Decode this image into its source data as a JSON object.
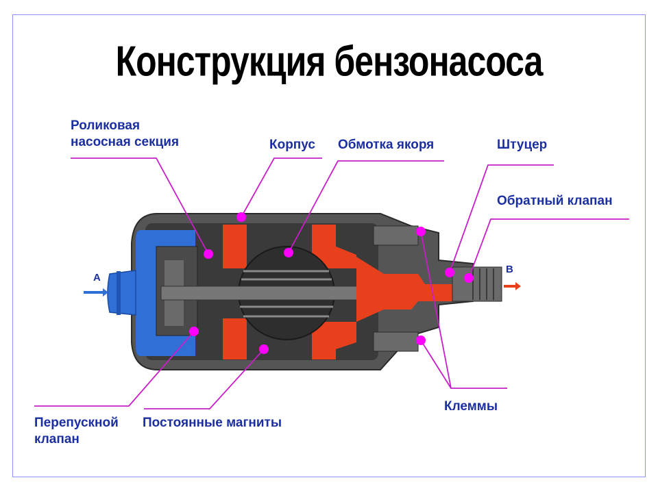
{
  "title": "Конструкция бензонасоса",
  "labels": {
    "roller_section_line1": "Роликовая",
    "roller_section_line2": "насосная секция",
    "housing": "Корпус",
    "armature_winding": "Обмотка якоря",
    "fitting": "Штуцер",
    "check_valve": "Обратный клапан",
    "bypass_valve_line1": "Перепускной",
    "bypass_valve_line2": "клапан",
    "permanent_magnets": "Постоянные магниты",
    "terminals": "Клеммы",
    "inlet": "A",
    "outlet": "B"
  },
  "colors": {
    "label_text": "#1c2fa0",
    "leader_line": "#c81ec8",
    "marker_dot": "#ff00ff",
    "fuel_inlet_chamber": "#2f6fd6",
    "fuel_pressure_path": "#e8401c",
    "metal_body": "#4a4a4a",
    "frame_border": "#9090ff"
  }
}
